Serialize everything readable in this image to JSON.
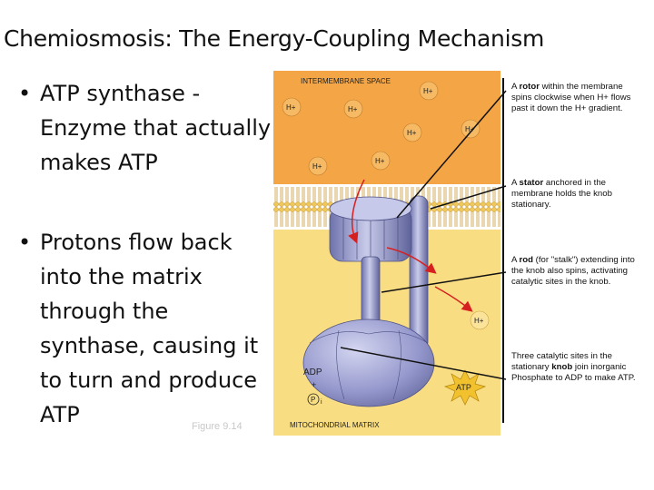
{
  "title": "Chemiosmosis: The Energy-Coupling Mechanism",
  "bullets": [
    "ATP synthase - Enzyme that actually makes ATP",
    "Protons flow back into the matrix through the synthase, causing it to turn and produce ATP"
  ],
  "figure_ref": "Figure 9.14",
  "diagram": {
    "top_label": "INTERMEMBRANE SPACE",
    "bottom_label": "MITOCHONDRIAL MATRIX",
    "proton": "H+",
    "adp": "ADP",
    "plus": "+",
    "phosphate": "P",
    "phosphate_sub": "i",
    "atp": "ATP",
    "colors": {
      "intermembrane": "#f4a545",
      "matrix": "#f9dd82",
      "protein": "#8a8fc4",
      "arrow": "#d62020",
      "atp_star": "#f2c12e"
    }
  },
  "annotations": [
    {
      "pre": "A ",
      "bold": "rotor",
      "post": " within the membrane spins clockwise when H+ flows past it down the H+ gradient."
    },
    {
      "pre": "A ",
      "bold": "stator",
      "post": " anchored in the membrane holds the knob stationary."
    },
    {
      "pre": "A ",
      "bold": "rod",
      "post": " (for \"stalk\") extending into the knob also spins, activating catalytic sites in the knob."
    },
    {
      "pre": "Three catalytic sites in the stationary ",
      "bold": "knob",
      "post": " join inorganic Phosphate to ADP to make ATP."
    }
  ]
}
